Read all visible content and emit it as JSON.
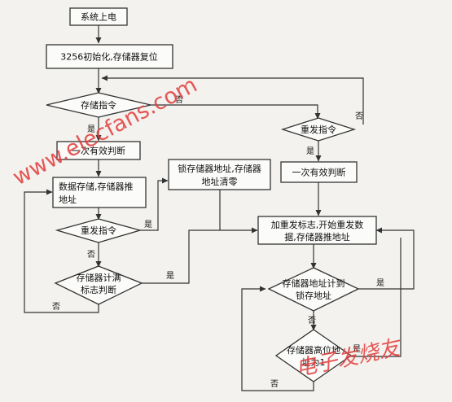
{
  "nodes": {
    "power_on": "系统上电",
    "init": "3256初始化,存储器复位",
    "store_cmd": "存储指令",
    "valid1": "一次有效判断",
    "data_store_1": "数据存储,存储器推",
    "data_store_2": "地址",
    "resend_cmd_left": "重发指令",
    "full_1": "存储器计满",
    "full_2": "标志判断",
    "lock_addr_1": "锁存储器地址,存储器",
    "lock_addr_2": "地址清零",
    "resend_cmd_right": "重发指令",
    "valid2": "一次有效判断",
    "add_flag_1": "加重发标志,开始重发数",
    "add_flag_2": "据,存储器推地址",
    "addr_reach_1": "存储器地址计到",
    "addr_reach_2": "锁存地址",
    "high_addr_1": "存储器高位地",
    "high_addr_2": "址为1"
  },
  "labels": {
    "yes": "是",
    "no": "否"
  },
  "watermark": {
    "url": "www.elecfans.com",
    "cn": "电子发烧友"
  },
  "colors": {
    "watermark": "#e23b3b",
    "line": "#333333"
  }
}
